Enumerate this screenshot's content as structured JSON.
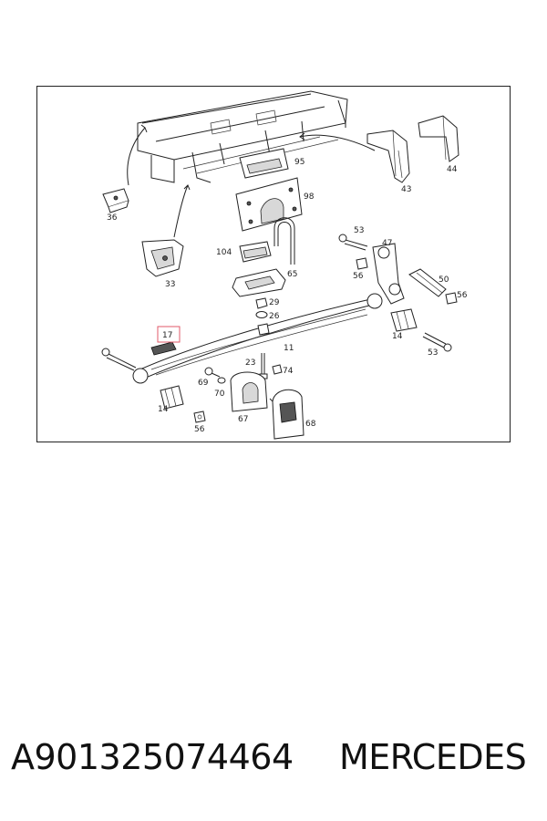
{
  "diagram": {
    "highlight_color": "#e05a6a",
    "highlighted_part": "17",
    "callouts": {
      "c36": "36",
      "c33": "33",
      "c95": "95",
      "c98": "98",
      "c104": "104",
      "c65": "65",
      "c29": "29",
      "c26": "26",
      "c17": "17",
      "c11": "11",
      "c23": "23",
      "c74": "74",
      "c69": "69",
      "c70": "70",
      "c14a": "14",
      "c56a": "56",
      "c67": "67",
      "c68": "68",
      "c53a": "53",
      "c47": "47",
      "c56b": "56",
      "c50": "50",
      "c56c": "56",
      "c14b": "14",
      "c53b": "53",
      "c43": "43",
      "c44": "44"
    }
  },
  "footer": {
    "part_number": "A901325074464",
    "brand": "MERCEDES"
  }
}
